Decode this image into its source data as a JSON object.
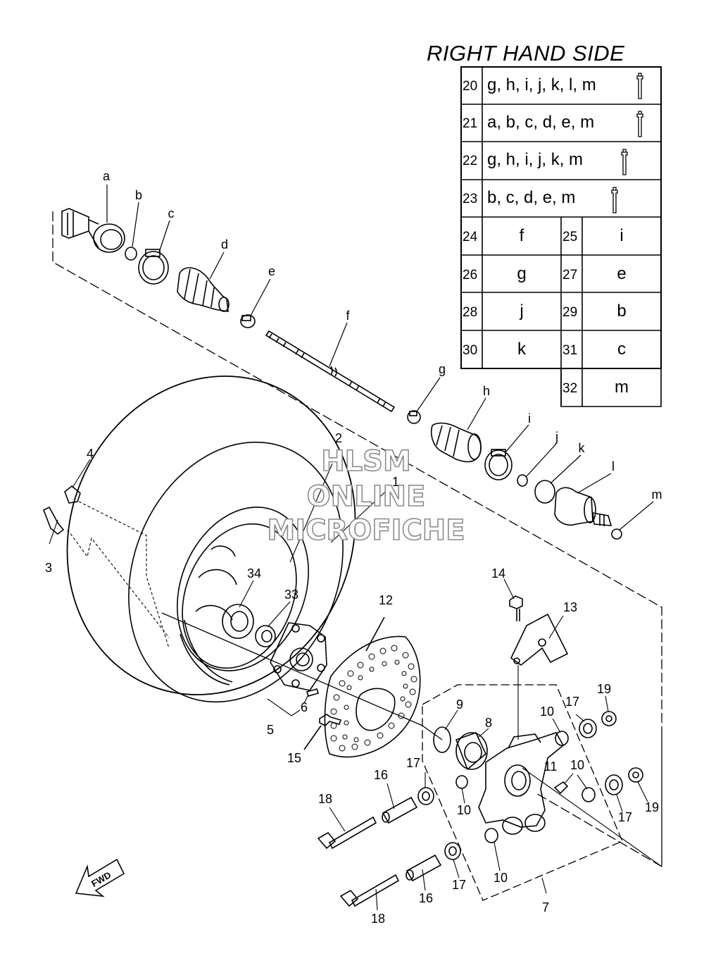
{
  "title": "RIGHT HAND SIDE",
  "watermark": [
    "HLSM",
    "ONLINE",
    "MICROFICHE"
  ],
  "fwd_label": "FWD",
  "kit_table": [
    {
      "no": "20",
      "parts": "g, h, i, j, k, l, m"
    },
    {
      "no": "21",
      "parts": "a, b, c, d, e, m"
    },
    {
      "no": "22",
      "parts": "g, h, i, j, k, m"
    },
    {
      "no": "23",
      "parts": "b, c, d, e, m"
    }
  ],
  "part_table": [
    {
      "no": "24",
      "part": "f"
    },
    {
      "no": "25",
      "part": "i"
    },
    {
      "no": "26",
      "part": "g"
    },
    {
      "no": "27",
      "part": "e"
    },
    {
      "no": "28",
      "part": "j"
    },
    {
      "no": "29",
      "part": "b"
    },
    {
      "no": "30",
      "part": "k"
    },
    {
      "no": "31",
      "part": "c"
    },
    {
      "no": "32",
      "part": "m"
    }
  ],
  "callouts": {
    "a": "a",
    "b": "b",
    "c": "c",
    "d": "d",
    "e": "e",
    "f": "f",
    "g": "g",
    "h": "h",
    "i": "i",
    "j": "j",
    "k": "k",
    "l": "l",
    "m": "m",
    "n1": "1",
    "n2": "2",
    "n3": "3",
    "n4": "4",
    "n5": "5",
    "n6": "6",
    "n7": "7",
    "n8": "8",
    "n9": "9",
    "n10a": "10",
    "n10b": "10",
    "n10c": "10",
    "n10d": "10",
    "n11": "11",
    "n12": "12",
    "n13": "13",
    "n14": "14",
    "n15": "15",
    "n16a": "16",
    "n16b": "16",
    "n17a": "17",
    "n17b": "17",
    "n17c": "17",
    "n17d": "17",
    "n18a": "18",
    "n18b": "18",
    "n19a": "19",
    "n19b": "19",
    "n33": "33",
    "n34": "34"
  }
}
